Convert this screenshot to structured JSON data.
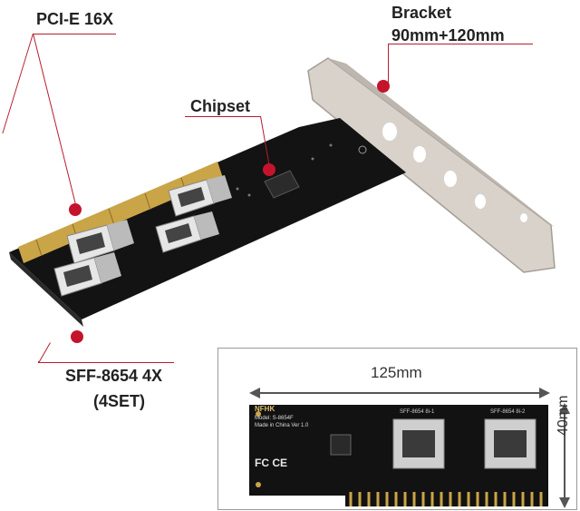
{
  "callouts": {
    "pcie": "PCI-E 16X",
    "bracket_line1": "Bracket",
    "bracket_line2": "90mm+120mm",
    "chipset": "Chipset",
    "sff_line1": "SFF-8654 4X",
    "sff_line2": "(4SET)"
  },
  "inset": {
    "width_label": "125mm",
    "height_label": "40mm",
    "brand": "NFHK",
    "model_text": "Model: S-8654F",
    "made_in": "Made in China Ver 1.0",
    "port_label_1": "SFF-8654 8i-1",
    "port_label_2": "SFF-8654 8i-2"
  },
  "colors": {
    "accent_red": "#c4142b",
    "pcb_black": "#121212",
    "gold_contacts": "#c9a548",
    "bracket_metal": "#cfc9c2"
  }
}
